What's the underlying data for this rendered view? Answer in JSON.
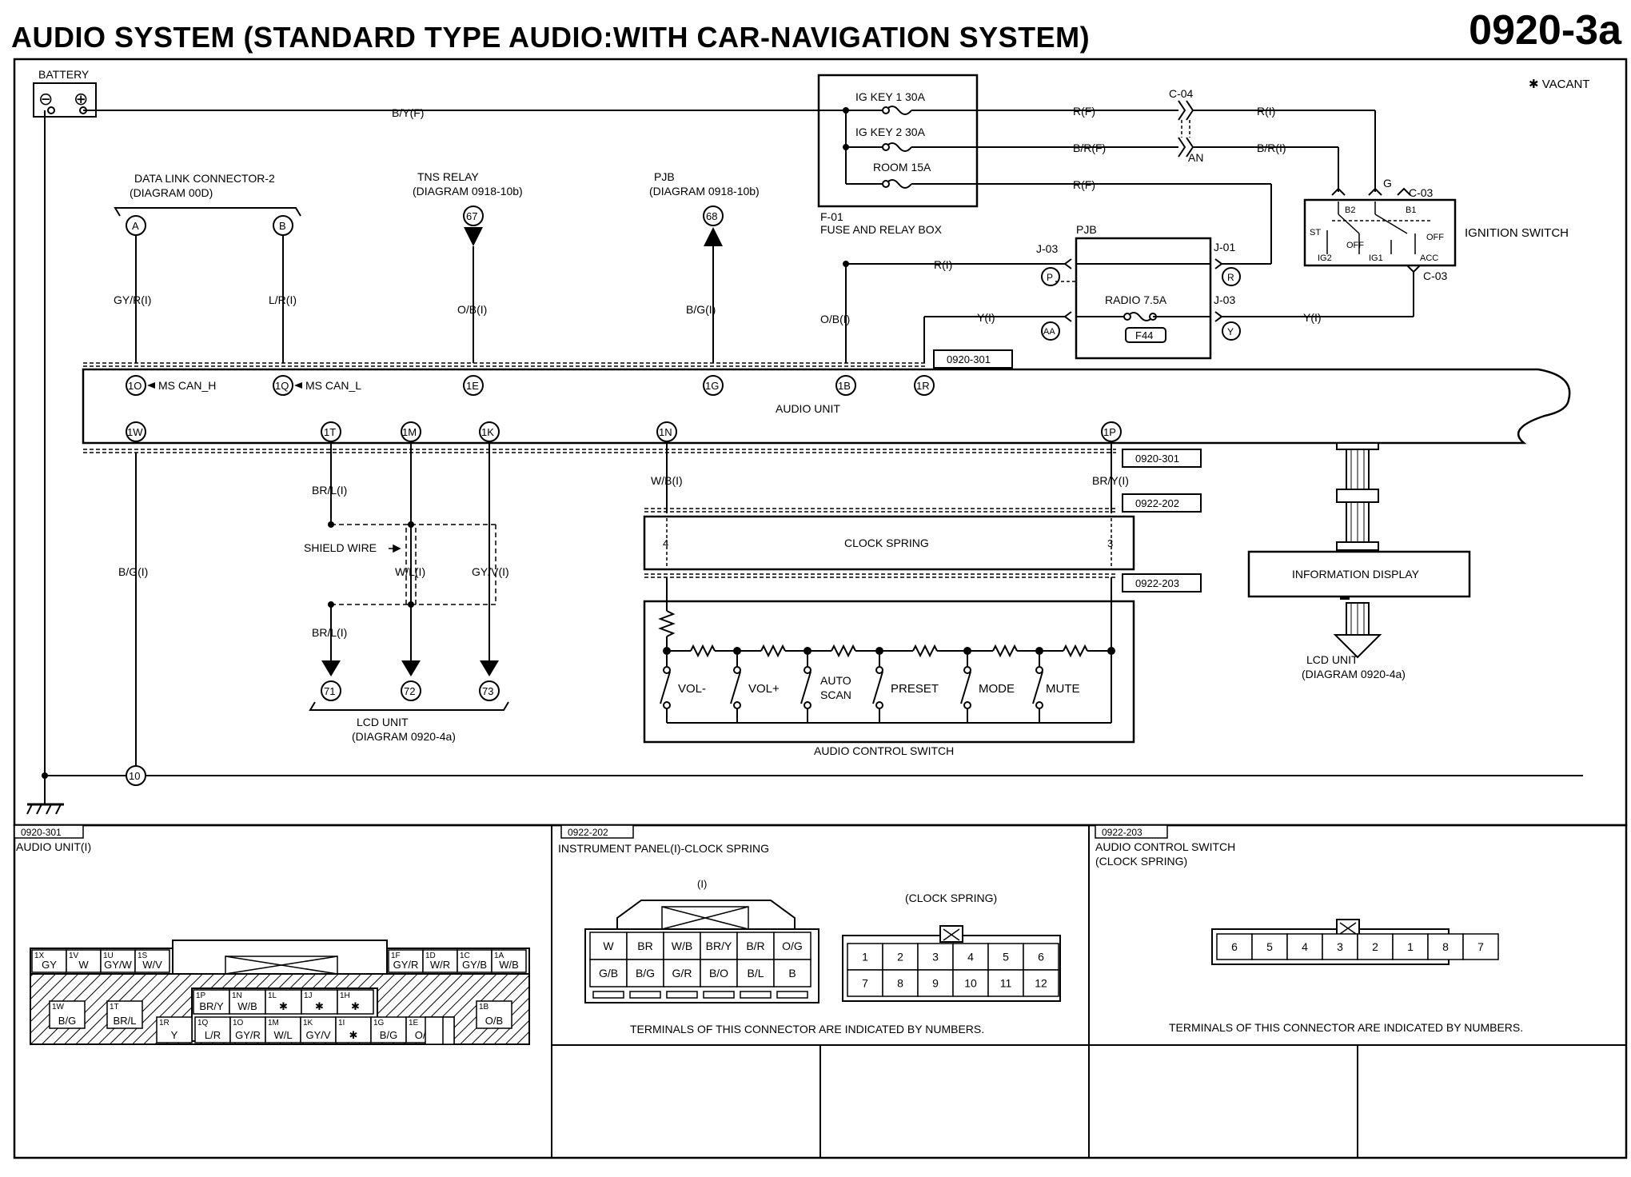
{
  "header": {
    "title": "AUDIO SYSTEM (STANDARD TYPE AUDIO:WITH CAR-NAVIGATION SYSTEM)",
    "diagram_number": "0920-3a"
  },
  "labels": {
    "battery": "BATTERY",
    "minus": "⊖",
    "plus": "⊕",
    "vacant": "✱ VACANT",
    "byf": "B/Y(F)",
    "dlc": "DATA LINK CONNECTOR-2",
    "dlc_sub": "(DIAGRAM 00D)",
    "tns": "TNS RELAY",
    "tns_sub": "(DIAGRAM 0918-10b)",
    "pjb_top": "PJB",
    "pjb_top_sub": "(DIAGRAM 0918-10b)",
    "igkey1": "IG KEY 1 30A",
    "igkey2": "IG KEY 2 30A",
    "room": "ROOM 15A",
    "f01": "F-01",
    "fuse_box": "FUSE AND RELAY BOX",
    "rf1": "R(F)",
    "brf": "B/R(F)",
    "rf2": "R(F)",
    "c04": "C-04",
    "an": "AN",
    "ri": "R(I)",
    "bri": "B/R(I)",
    "g": "G",
    "c03a": "C-03",
    "c03b": "C-03",
    "ign_switch": "IGNITION SWITCH",
    "b2": "B2",
    "b1": "B1",
    "st": "ST",
    "off1": "OFF",
    "off2": "OFF",
    "ig2": "IG2",
    "ig1": "IG1",
    "acc": "ACC",
    "pjb": "PJB",
    "j03a": "J-03",
    "j01": "J-01",
    "j03b": "J-03",
    "radio": "RADIO 7.5A",
    "f44": "F44",
    "pin_p": "P",
    "pin_r": "R",
    "pin_aa": "AA",
    "pin_y": "Y",
    "ri2": "R(I)",
    "yi1": "Y(I)",
    "yi2": "Y(I)",
    "obi2": "O/B(I)",
    "a": "A",
    "b": "B",
    "p67": "67",
    "p68": "68",
    "gyri": "GY/R(I)",
    "lri": "L/R(I)",
    "obi": "O/B(I)",
    "bgi": "B/G(I)",
    "ref301a": "0920-301",
    "ref301b": "0920-301",
    "ref202": "0922-202",
    "ref203": "0922-203",
    "t1o": "1O",
    "t1q": "1Q",
    "t1e": "1E",
    "t1g": "1G",
    "t1b": "1B",
    "t1r": "1R",
    "mscanh": "MS CAN_H",
    "mscanl": "MS CAN_L",
    "audio_unit": "AUDIO UNIT",
    "t1w": "1W",
    "t1t": "1T",
    "t1m": "1M",
    "t1k": "1K",
    "t1n": "1N",
    "t1p": "1P",
    "bli1": "BR/L(I)",
    "bli2": "BR/L(I)",
    "shield": "SHIELD WIRE",
    "wli": "W/L(I)",
    "gyvi": "GY/V(I)",
    "bgi2": "B/G(I)",
    "wbi": "W/B(I)",
    "bryi": "BR/Y(I)",
    "p71": "71",
    "p72": "72",
    "p73": "73",
    "lcd": "LCD UNIT",
    "lcd_sub": "(DIAGRAM 0920-4a)",
    "clock_spring": "CLOCK SPRING",
    "cs4": "4",
    "cs3": "3",
    "vol_minus": "VOL-",
    "vol_plus": "VOL+",
    "auto": "AUTO",
    "scan": "SCAN",
    "preset": "PRESET",
    "mode": "MODE",
    "mute": "MUTE",
    "acs": "AUDIO CONTROL SWITCH",
    "info_display": "INFORMATION DISPLAY",
    "lcd2": "LCD UNIT",
    "lcd2_sub": "(DIAGRAM 0920-4a)",
    "p10": "10"
  },
  "panels": {
    "p1": {
      "code": "0920-301",
      "title": "AUDIO UNIT(I)",
      "top_left": [
        [
          "1X",
          "GY"
        ],
        [
          "1V",
          "W"
        ],
        [
          "1U",
          "GY/W"
        ],
        [
          "1S",
          "W/V"
        ]
      ],
      "top_right": [
        [
          "1F",
          "GY/R"
        ],
        [
          "1D",
          "W/R"
        ],
        [
          "1C",
          "GY/B"
        ],
        [
          "1A",
          "W/B"
        ]
      ],
      "mid": [
        [
          "1P",
          "BR/Y"
        ],
        [
          "1N",
          "W/B"
        ],
        [
          "1L",
          "✱"
        ],
        [
          "1J",
          "✱"
        ],
        [
          "1H",
          "✱"
        ]
      ],
      "low": [
        [
          "1R",
          "Y"
        ],
        [
          "1Q",
          "L/R"
        ],
        [
          "1O",
          "GY/R"
        ],
        [
          "1M",
          "W/L"
        ],
        [
          "1K",
          "GY/V"
        ],
        [
          "1I",
          "✱"
        ],
        [
          "1G",
          "B/G"
        ],
        [
          "1E",
          "O/B"
        ]
      ],
      "left": [
        [
          "1W",
          "B/G"
        ],
        [
          "1T",
          "BR/L"
        ]
      ],
      "right": [
        [
          "1B",
          "O/B"
        ]
      ]
    },
    "p2": {
      "code": "0922-202",
      "title": "INSTRUMENT PANEL(I)-CLOCK SPRING",
      "sub_i": "(I)",
      "sub_cs": "(CLOCK SPRING)",
      "i_row1": [
        "W",
        "BR",
        "W/B",
        "BR/Y",
        "B/R",
        "O/G"
      ],
      "i_row2": [
        "G/B",
        "B/G",
        "G/R",
        "B/O",
        "B/L",
        "B"
      ],
      "cs_row1": [
        "1",
        "2",
        "3",
        "4",
        "5",
        "6"
      ],
      "cs_row2": [
        "7",
        "8",
        "9",
        "10",
        "11",
        "12"
      ],
      "note": "TERMINALS OF THIS CONNECTOR ARE INDICATED BY NUMBERS."
    },
    "p3": {
      "code": "0922-203",
      "title": "AUDIO CONTROL SWITCH",
      "title2": "(CLOCK SPRING)",
      "row": [
        "6",
        "5",
        "4",
        "3",
        "2",
        "1",
        "8",
        "7"
      ],
      "note": "TERMINALS OF THIS CONNECTOR ARE INDICATED BY NUMBERS."
    }
  }
}
